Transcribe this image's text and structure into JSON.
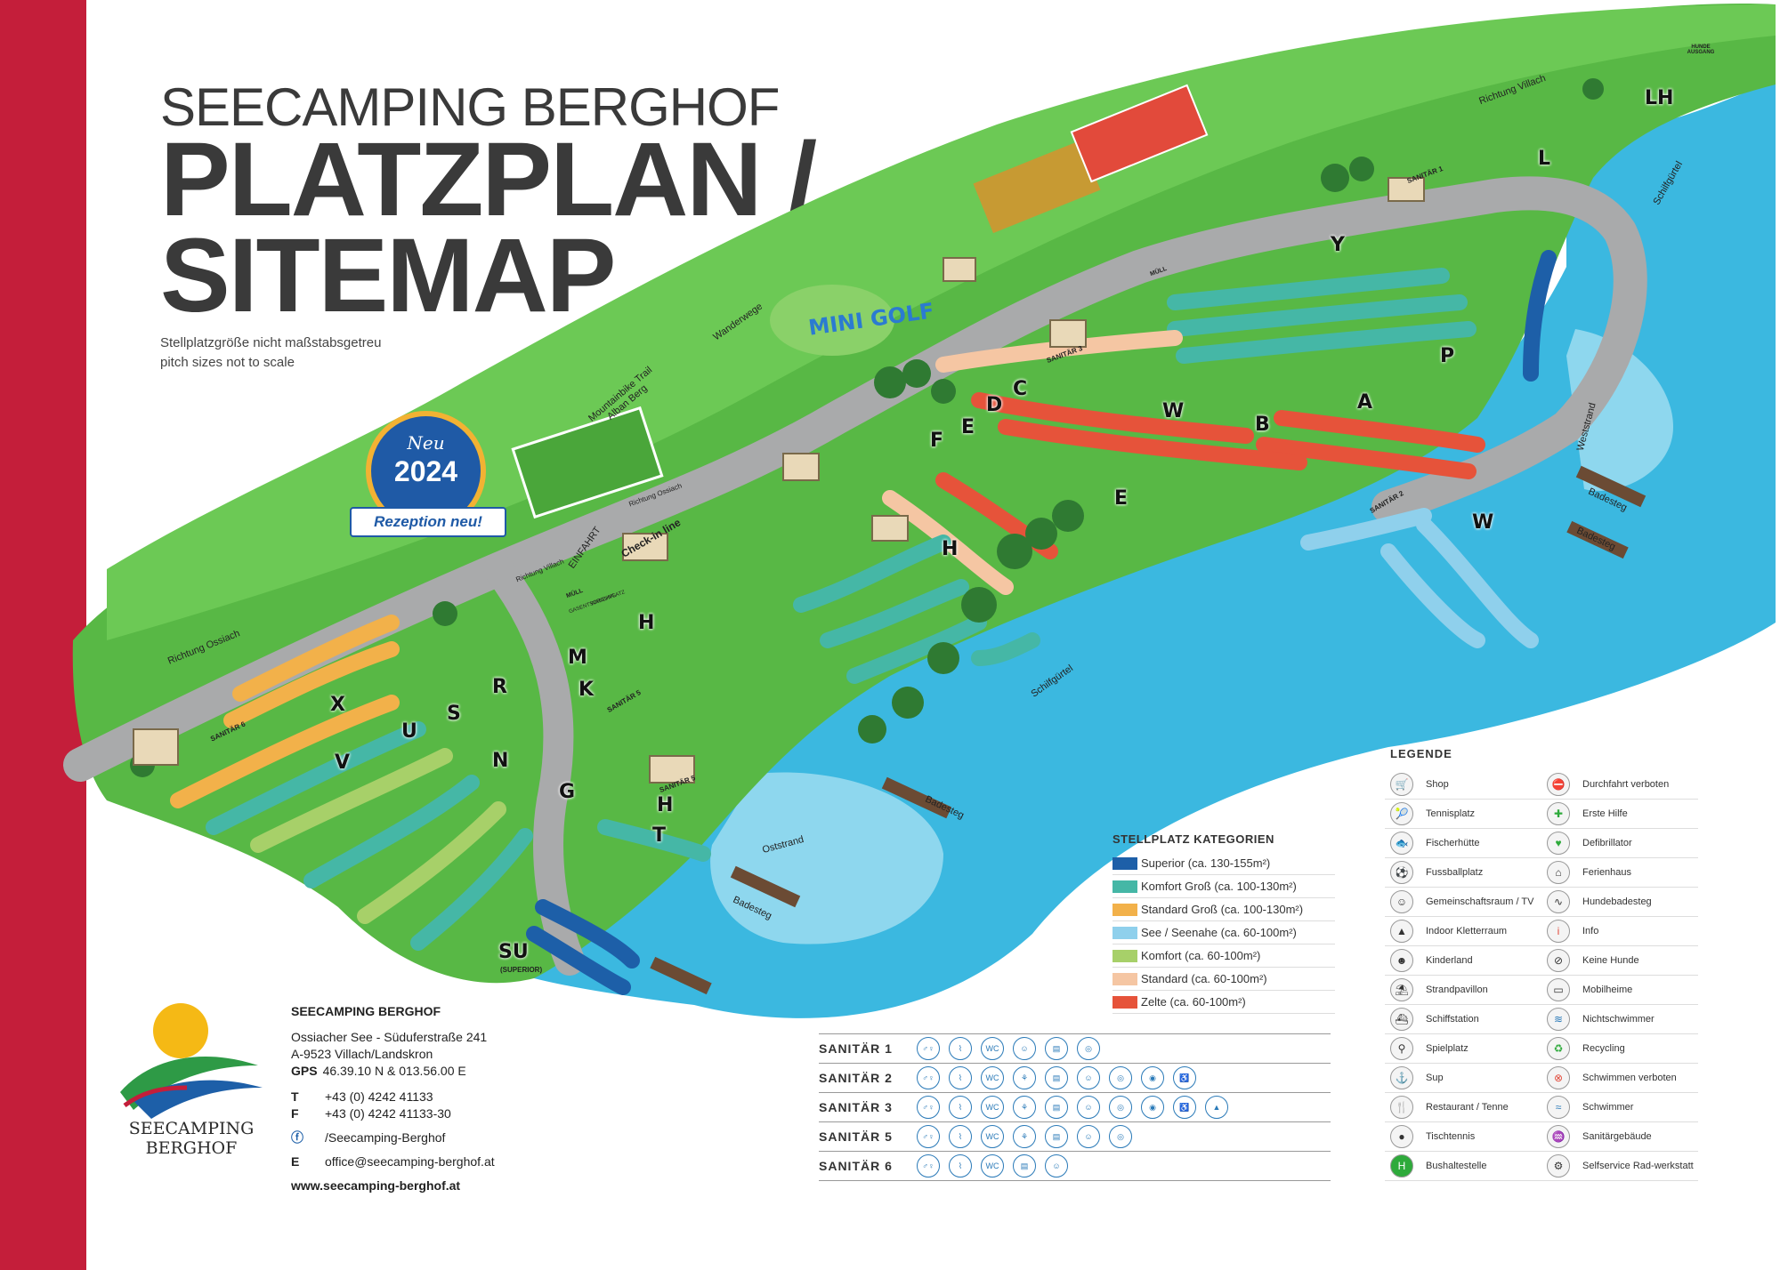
{
  "header": {
    "title_line1": "SEECAMPING BERGHOF",
    "title_line2": "PLATZPLAN /",
    "title_line3": "SITEMAP",
    "note_de": "Stellplatzgröße nicht maßstabsgetreu",
    "note_en": "pitch sizes not to scale"
  },
  "badge": {
    "top": "Neu",
    "year": "2024",
    "ribbon": "Rezeption neu!"
  },
  "map_labels": {
    "areas": [
      "A",
      "B",
      "C",
      "D",
      "E",
      "F",
      "G",
      "H",
      "K",
      "L",
      "LH",
      "M",
      "N",
      "P",
      "R",
      "S",
      "T",
      "U",
      "V",
      "W",
      "X",
      "Y",
      "SU"
    ],
    "su_sub": "(SUPERIOR)",
    "roads": [
      "Richtung Ossiach",
      "Richtung Villach",
      "Richtung Villach",
      "Richtung Ossiach",
      "EINFAHRT",
      "Check-in line",
      "Wanderwege",
      "Mountainbike Trail Alban Berg",
      "Schilfgürtel",
      "Schilfgürtel",
      "Oststrand",
      "Weststrand",
      "Badesteg",
      "Badesteg",
      "Badesteg",
      "Badesteg",
      "HUNDE AUSGANG"
    ],
    "buildings": [
      "SANITÄR 1",
      "SANITÄR 2",
      "SANITÄR 3",
      "SANITÄR 5",
      "SANITÄR 5",
      "SANITÄR 6",
      "MÜLL",
      "MÜLL",
      "GASENTSORGUNG",
      "WASCHPLATZ"
    ],
    "minigolf": "MINI GOLF"
  },
  "categories": {
    "title": "STELLPLATZ KATEGORIEN",
    "items": [
      {
        "label": "Superior (ca. 130-155m²)",
        "color": "#1d5fa8"
      },
      {
        "label": "Komfort Groß (ca. 100-130m²)",
        "color": "#45b7a6"
      },
      {
        "label": "Standard Groß (ca. 100-130m²)",
        "color": "#f2b14a"
      },
      {
        "label": "See / Seenahe (ca. 60-100m²)",
        "color": "#8fd0ec"
      },
      {
        "label": "Komfort (ca. 60-100m²)",
        "color": "#a7d069"
      },
      {
        "label": "Standard (ca. 60-100m²)",
        "color": "#f5c6a3"
      },
      {
        "label": "Zelte (ca. 60-100m²)",
        "color": "#e6533a"
      }
    ]
  },
  "legend": {
    "title": "LEGENDE",
    "left": [
      {
        "label": "Shop",
        "icon": "shop-icon"
      },
      {
        "label": "Tennisplatz",
        "icon": "tennis-icon"
      },
      {
        "label": "Fischerhütte",
        "icon": "fish-icon"
      },
      {
        "label": "Fussballplatz",
        "icon": "football-icon"
      },
      {
        "label": "Gemeinschaftsraum / TV",
        "icon": "community-icon"
      },
      {
        "label": "Indoor Kletterraum",
        "icon": "climbing-icon"
      },
      {
        "label": "Kinderland",
        "icon": "kids-icon"
      },
      {
        "label": "Strandpavillon",
        "icon": "pavilion-icon"
      },
      {
        "label": "Schiffstation",
        "icon": "ship-icon"
      },
      {
        "label": "Spielplatz",
        "icon": "playground-icon"
      },
      {
        "label": "Sup",
        "icon": "sup-icon"
      },
      {
        "label": "Restaurant / Tenne",
        "icon": "restaurant-icon"
      },
      {
        "label": "Tischtennis",
        "icon": "pingpong-icon"
      },
      {
        "label": "Bushaltestelle",
        "icon": "bus-icon"
      }
    ],
    "right": [
      {
        "label": "Durchfahrt verboten",
        "icon": "no-entry-icon"
      },
      {
        "label": "Erste Hilfe",
        "icon": "first-aid-icon"
      },
      {
        "label": "Defibrillator",
        "icon": "defibrillator-icon"
      },
      {
        "label": "Ferienhaus",
        "icon": "holiday-house-icon"
      },
      {
        "label": "Hundebadesteg",
        "icon": "dog-jetty-icon"
      },
      {
        "label": "Info",
        "icon": "info-icon"
      },
      {
        "label": "Keine Hunde",
        "icon": "no-dogs-icon"
      },
      {
        "label": "Mobilheime",
        "icon": "mobile-home-icon"
      },
      {
        "label": "Nichtschwimmer",
        "icon": "non-swimmer-icon"
      },
      {
        "label": "Recycling",
        "icon": "recycling-icon"
      },
      {
        "label": "Schwimmen verboten",
        "icon": "no-swimming-icon"
      },
      {
        "label": "Schwimmer",
        "icon": "swimmer-icon"
      },
      {
        "label": "Sanitärgebäude",
        "icon": "sanitary-icon"
      },
      {
        "label": "Selfservice Rad-werkstatt",
        "icon": "bike-repair-icon"
      }
    ]
  },
  "sanitaer": [
    {
      "label": "SANITÄR  1"
    },
    {
      "label": "SANITÄR 2"
    },
    {
      "label": "SANITÄR 3"
    },
    {
      "label": "SANITÄR 5"
    },
    {
      "label": "SANITÄR 6"
    }
  ],
  "sanitaer_wc": "WC",
  "contact": {
    "name": "SEECAMPING BERGHOF",
    "address1": "Ossiacher See - Süduferstraße 241",
    "address2": "A-9523 Villach/Landskron",
    "gps_label": "GPS",
    "gps": "46.39.10 N & 013.56.00 E",
    "t_label": "T",
    "tel": "+43 (0) 4242 41133",
    "f_label": "F",
    "fax": "+43 (0) 4242 41133-30",
    "facebook": "/Seecamping-Berghof",
    "e_label": "E",
    "email": "office@seecamping-berghof.at",
    "web": "www.seecamping-berghof.at"
  },
  "logo": {
    "line1": "SEECAMPING",
    "line2": "BERGHOF"
  },
  "colors": {
    "brand_red": "#c41e3a",
    "lake": "#3bb8e0",
    "grass": "#58b845",
    "road": "#a9aaab"
  }
}
